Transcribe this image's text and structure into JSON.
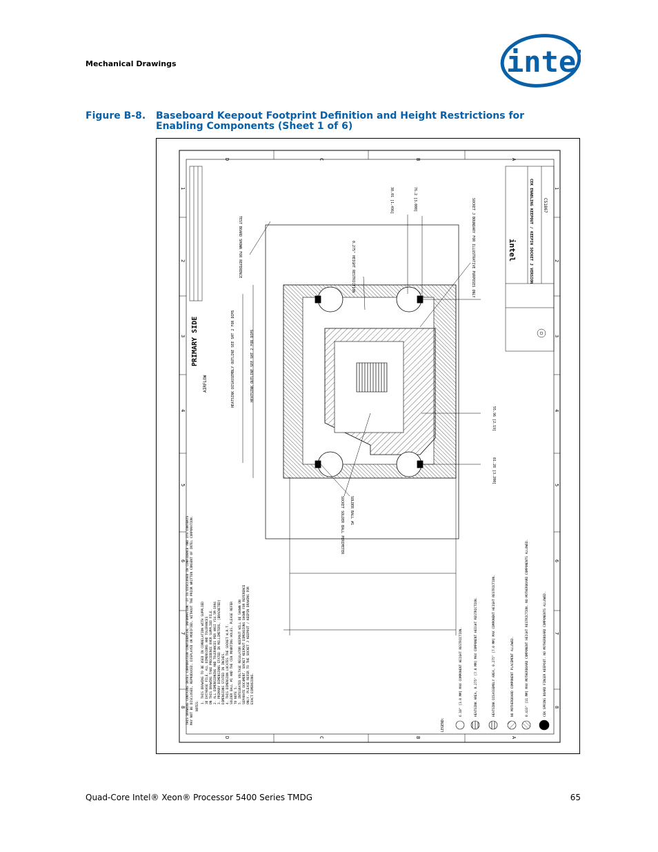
{
  "header": {
    "section": "Mechanical Drawings"
  },
  "logo": {
    "text": "intel",
    "color": "#0860a8"
  },
  "figure": {
    "number": "Figure B-8.",
    "title": "Baseboard Keepout Footprint Definition and Height Restrictions for Enabling Components (Sheet 1 of 6)"
  },
  "drawing": {
    "primary_side": "PRIMARY SIDE",
    "airflow": "AIRFLOW",
    "col_letters": [
      "D",
      "C",
      "B",
      "A"
    ],
    "row_numbers": [
      "1",
      "2",
      "3",
      "4",
      "5",
      "6",
      "7",
      "8"
    ],
    "label_test_board": "TEST BOARD SHOWN FOR REFERENCE",
    "label_height": "0.275\" HEIGHT RESTRICTION",
    "label_socket_boundary": "SOCKET J BOUNDARY FOR ILLUSTRATIVE PURPOSES ONLY",
    "label_heatsink_disassembly": "HEATSINK DISASSEMBLY OUTLINE SEE SHT 2 FOR DIMS",
    "label_heatsink_outline": "HEATSINK OUTLINE SEE SHT 2 FOR DIMS",
    "label_socket_solder": "SOCKET SOLDER BALL PERIMETER",
    "label_solder_ball": "SOLDER BALL #1",
    "dim_1": "38.01 [1.496]",
    "dim_2": "76.2 [3.000]",
    "dim_3": "55.96 [2.19]",
    "dim_4": "81.28 [3.200]",
    "notes_title": "NOTES:",
    "notes": [
      "THIS DRAWING CONTAINS INTEL CORPORATION CONFIDENTIAL INFORMATION. IT IS DISCLOSED IN CONFIDENCE AND ITS CONTENTS",
      "MAY NOT BE DISCLOSED, REPRODUCED, DISPLAYED OR MODIFIED, WITHOUT THE PRIOR WRITTEN CONSENT OF INTEL CORPORATION.",
      "1. THIS DRAWING TO BE USED IN CORRELATION WITH SUPPLIED",
      "3D DATABASE FILE. ALL DIMENSIONS AND TOLERANCES",
      "ON THIS DRAWING TAKE PRECEDENCE OVER SUPPLIED FILE.",
      "2. ALL DIMENSIONING AND TOLERANCES PER ANSI Y14.5M-1994",
      "3. PRIMARY DIMENSIONS STATED IN MILLIMETERS, [BRACKETED]",
      "DIMENSIONS STATED IN INCHES.",
      "4. THIS DIMENSION LOCATES THE SOCKET W.R.T.",
      "SOLDER BALL #1 AND THE CEK MOUNTING HOLES. PLEASE REFER",
      "TO NOTE 5.",
      "5. INTEGRATED VOLTAGE REGULATOR KEEPOUT WILL BE SHOWN ON",
      "SEPARATE DOCUMENT. SOCKET KEEPOUT DIMENSIONS SHOWN FOR REFERENCE",
      "ONLY. PLEASE REFER TO THE SOCKET J KEEPOUT / KEEPIN DRAWING FOR",
      "EXACT DIMENSIONS."
    ],
    "legend_title": "LEGEND:",
    "legend": [
      "6.10\" [3.0 MM] MAX COMPONENT HEIGHT RESTRICTION.",
      "HEATSINK AREA, 0.275\" [7.0 MM] MAX COMPONENT HEIGHT RESTRICTION.",
      "HEATSINK DISASSEMBLY AREA, 0.275\" [7.0 MM] MAX COMPONENT HEIGHT RESTRICTION.",
      "NO MOTHERBOARD COMPONENT PLACEMENT ALLOWED.",
      "0.433\" [11 MM] MAX MOTHERBOARD COMPONENT HEIGHT RESTRICTION. NO MOTHERBOARD COMPONENTS ALLOWED.",
      "CEK SPRING BOARD FINGER KEEPOUT. NO MOTHERBOARD COMPONENTS ALLOWED."
    ],
    "title_block_title": "CEK ENABLING KEEPOUT / KEEPIN SOCKET J VERSION",
    "title_block_dwg": "C51867",
    "title_block_logo": "intel"
  },
  "footer": {
    "left": "Quad-Core Intel® Xeon® Processor 5400 Series TMDG",
    "page": "65"
  }
}
